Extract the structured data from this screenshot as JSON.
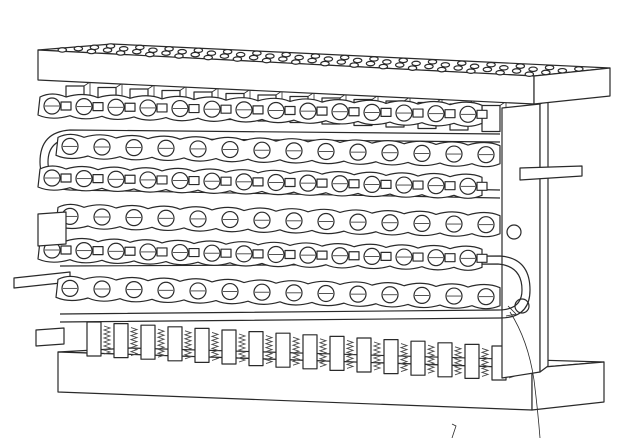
{
  "figure": {
    "labels": [],
    "colors": {
      "background": "#ffffff",
      "line": "#2a2a2a",
      "light_line": "#6f6f6f",
      "spring": "#4a4a4a"
    },
    "rows": {
      "cell_rows": 6,
      "cells_per_row": 14,
      "top_plate_holes_rows": 4,
      "top_plate_holes_per_row": 17,
      "tab_count": 15
    }
  }
}
